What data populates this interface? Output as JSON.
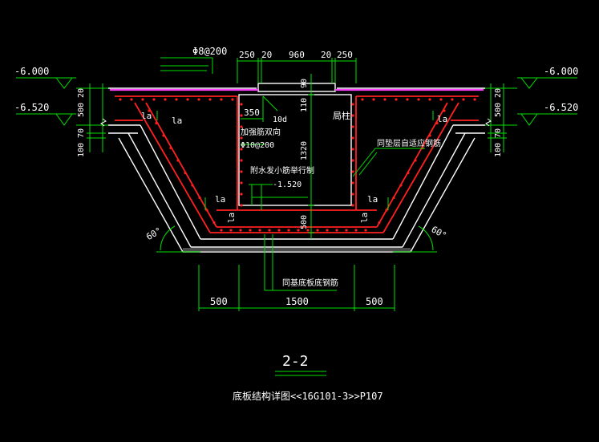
{
  "colors": {
    "background": "#000000",
    "structure": "#ffffff",
    "rebar": "#ff2020",
    "dimension": "#00e000",
    "slab_top": "#ff40ff",
    "title_underline": "#00e000"
  },
  "elevations": {
    "left_top": "-6.000",
    "left_bottom": "-6.520",
    "right_top": "-6.000",
    "right_bottom": "-6.520"
  },
  "top_dims": {
    "rebar_spec": "Φ8@200",
    "d1": "250",
    "d2": "20",
    "d3": "960",
    "d4": "20",
    "d5": "250",
    "d_90": "90"
  },
  "left_dims": {
    "a": "20",
    "b": "500",
    "c": "70",
    "d": "100"
  },
  "right_dims": {
    "a": "20",
    "b": "500",
    "c": "70",
    "d": "100"
  },
  "inner_dims": {
    "d_350": "350",
    "d_10d": "10d",
    "d_110": "110",
    "d_1320": "1320",
    "d_500": "500",
    "add_bar": "加强筋双向",
    "add_bar_spec": "Φ10@200",
    "pit_level": "-1.520",
    "pit_col_label": "附水发小筋举行制",
    "riser": "局柱"
  },
  "la_labels": [
    "la",
    "la",
    "la",
    "la",
    "la",
    "la",
    "la"
  ],
  "callouts": {
    "right": "同垫层自适应钢筋",
    "bottom": "同基底板底钢筋"
  },
  "angles": {
    "left": "60°",
    "right": "60°"
  },
  "bottom_dims": {
    "left": "500",
    "mid": "1500",
    "right": "500"
  },
  "section": {
    "title": "2-2",
    "caption": "底板结构详图<<16G101-3>>P107"
  }
}
